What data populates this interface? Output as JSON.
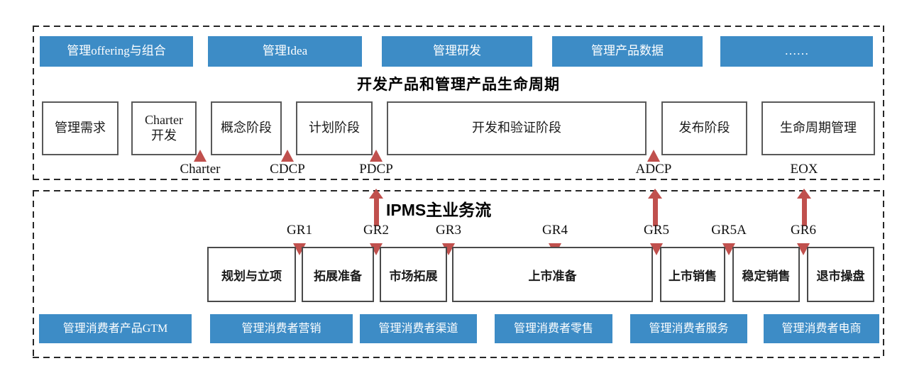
{
  "colors": {
    "accent_blue": "#3D8CC6",
    "accent_red": "#C0504D",
    "box_border": "#595959"
  },
  "top_section": {
    "title": "开发产品和管理产品生命周期",
    "capability_buttons": [
      "管理offering与组合",
      "管理Idea",
      "管理研发",
      "管理产品数据",
      "……"
    ],
    "stages": [
      "管理需求",
      "Charter\n开发",
      "概念阶段",
      "计划阶段",
      "开发和验证阶段",
      "发布阶段",
      "生命周期管理"
    ],
    "gates": [
      "Charter",
      "CDCP",
      "PDCP",
      "ADCP",
      "EOX"
    ]
  },
  "bottom_section": {
    "title": "IPMS主业务流",
    "gr_gates": [
      "GR1",
      "GR2",
      "GR3",
      "GR4",
      "GR5",
      "GR5A",
      "GR6"
    ],
    "flow_stages": [
      "规划与立项",
      "拓展准备",
      "市场拓展",
      "上市准备",
      "上市销售",
      "稳定销售",
      "退市操盘"
    ],
    "capability_buttons": [
      "管理消费者产品GTM",
      "管理消费者营销",
      "管理消费者渠道",
      "管理消费者零售",
      "管理消费者服务",
      "管理消费者电商"
    ]
  }
}
